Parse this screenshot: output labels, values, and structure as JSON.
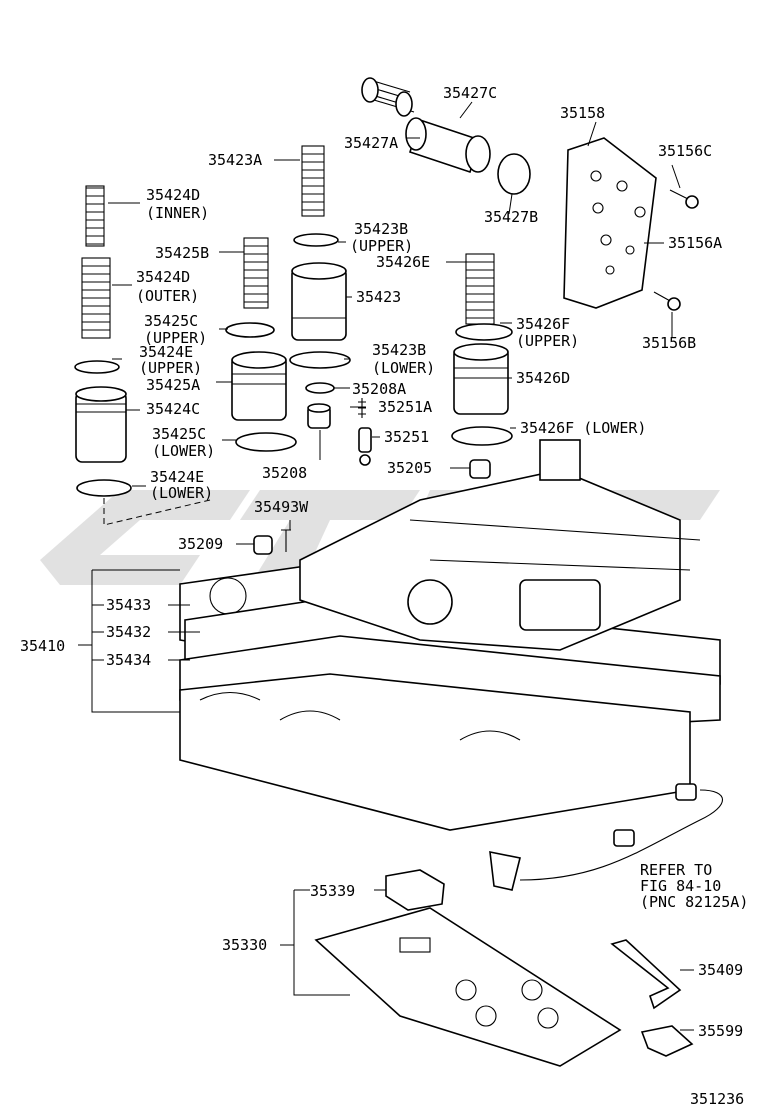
{
  "diagram": {
    "code": "351236",
    "labels": {
      "p35427C": "35427C",
      "p35158": "35158",
      "p35427A": "35427A",
      "p35156C": "35156C",
      "p35423A": "35423A",
      "p35427B": "35427B",
      "p35424D_inner": "35424D",
      "inner": "(INNER)",
      "p35423B_upper": "35423B",
      "upper1": "(UPPER)",
      "p35156A": "35156A",
      "p35425B": "35425B",
      "p35426E": "35426E",
      "p35424D_outer": "35424D",
      "outer": "(OUTER)",
      "p35423": "35423",
      "p35425C_upper": "35425C",
      "upper2": "(UPPER)",
      "p35426F_upper": "35426F",
      "upper3": "(UPPER)",
      "p35156B": "35156B",
      "p35424E_upper": "35424E",
      "upper4": "(UPPER)",
      "p35423B_lower": "35423B",
      "lower1": "(LOWER)",
      "p35425A": "35425A",
      "p35208A": "35208A",
      "p35426D": "35426D",
      "p35424C": "35424C",
      "p35251A": "35251A",
      "p35425C_lower": "35425C",
      "lower2": "(LOWER)",
      "p35251": "35251",
      "p35426F_lower": "35426F (LOWER)",
      "p35208": "35208",
      "p35205": "35205",
      "p35424E_lower": "35424E",
      "lower3": "(LOWER)",
      "p35493W": "35493W",
      "p35209": "35209",
      "p35433": "35433",
      "p35410": "35410",
      "p35432": "35432",
      "p35434": "35434",
      "refer1": "REFER TO",
      "refer2": "FIG 84-10",
      "refer3": "(PNC 82125A)",
      "p35339": "35339",
      "p35330": "35330",
      "p35409": "35409",
      "p35599": "35599"
    }
  }
}
